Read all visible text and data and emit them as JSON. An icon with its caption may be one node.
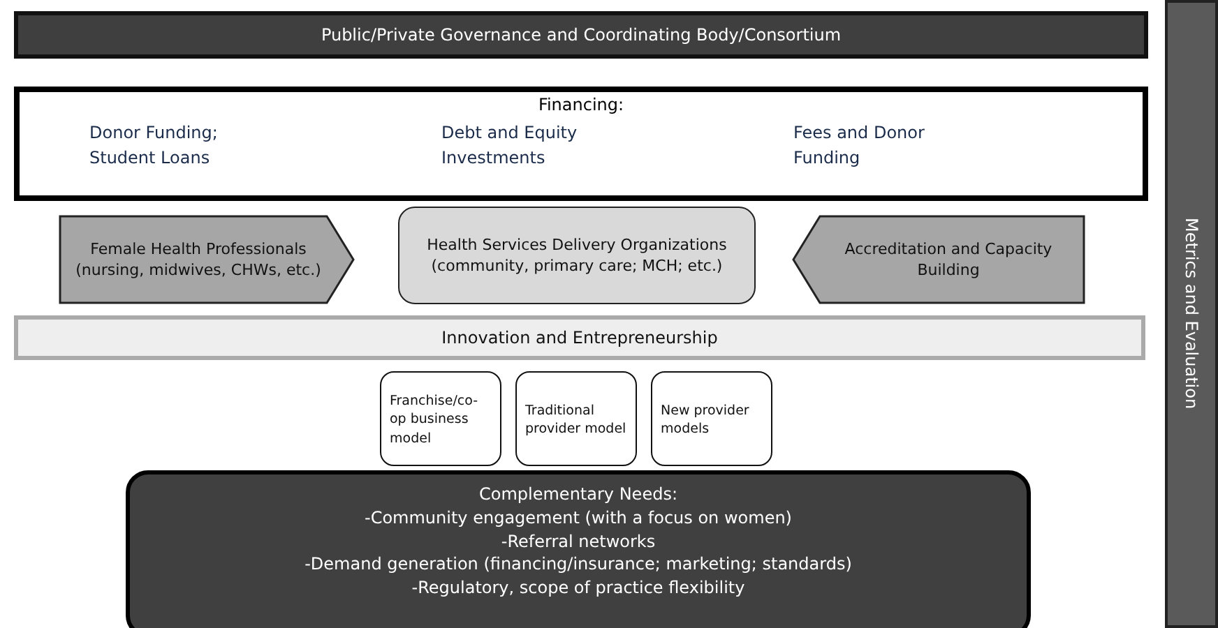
{
  "diagram": {
    "nodes": [
      {
        "text": [
          "Public/Private Governance and Coordinating Body/Consortium"
        ]
      },
      {
        "text": [
          "Financing:",
          "Donor Funding; Student Loans",
          "Debt and Equity Investments",
          "Fees and Donor Funding"
        ]
      },
      {
        "text": [
          "Female Health Professionals (nursing, midwives, CHWs, etc.)"
        ]
      },
      {
        "text": [
          "Health Services Delivery Organizations (community, primary care; MCH; etc.)"
        ]
      },
      {
        "text": [
          "Accreditation and Capacity Building"
        ]
      },
      {
        "text": [
          "Innovation and Entrepreneurship"
        ]
      },
      {
        "text": [
          "Franchise/co-op business model"
        ]
      },
      {
        "text": [
          "Traditional provider model"
        ]
      },
      {
        "text": [
          "New provider models"
        ]
      },
      {
        "text": [
          "Complementary Needs:",
          "-Community engagement (with a focus on women)",
          "-Referral networks",
          "-Demand generation (financing/insurance; marketing; standards)",
          "-Regulatory, scope of practice flexibility"
        ]
      },
      {
        "text": [
          "Metrics and Evaluation"
        ]
      }
    ],
    "edges": []
  }
}
